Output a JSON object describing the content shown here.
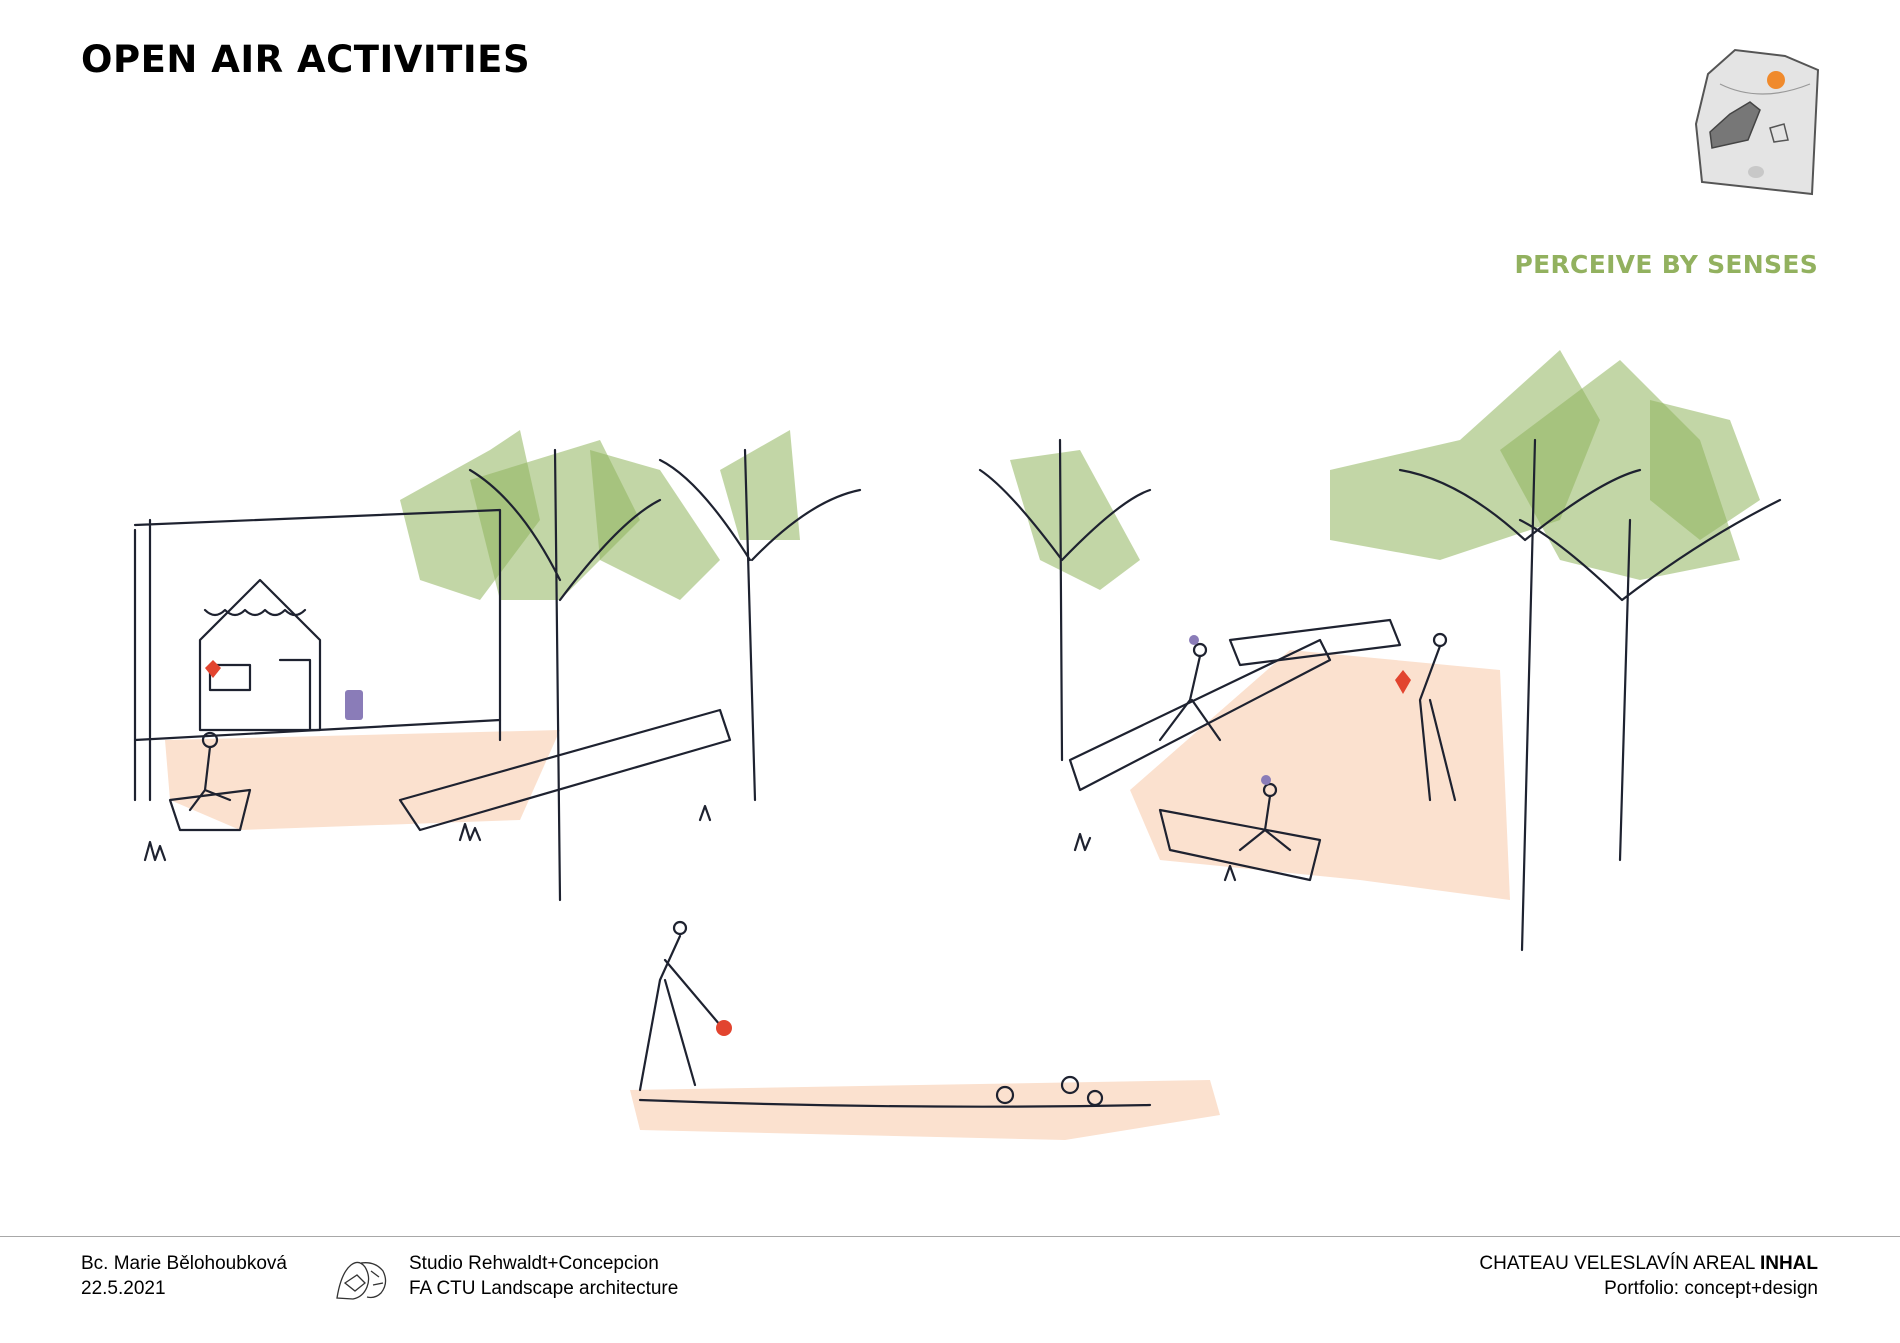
{
  "header": {
    "title": "OPEN AIR ACTIVITIES",
    "section": "PERCEIVE BY SENSES"
  },
  "footer": {
    "author": "Bc. Marie Bělohoubková",
    "date": "22.5.2021",
    "studio": "Studio Rehwaldt+Concepcion",
    "school": "FA CTU Landscape architecture",
    "project_prefix": "CHATEAU VELESLAVÍN AREAL ",
    "project_bold": "INHAL",
    "portfolio": "Portfolio: concept+design"
  },
  "colors": {
    "accent_green": "#92b15f",
    "foliage_green": "#8fb45c",
    "ground_peach": "#fbe1cf",
    "marker_orange": "#f08a2c",
    "ink": "#1e2230"
  },
  "icons": {
    "site_map": "site-locator-map-icon",
    "logo": "faculty-logo-icon"
  }
}
